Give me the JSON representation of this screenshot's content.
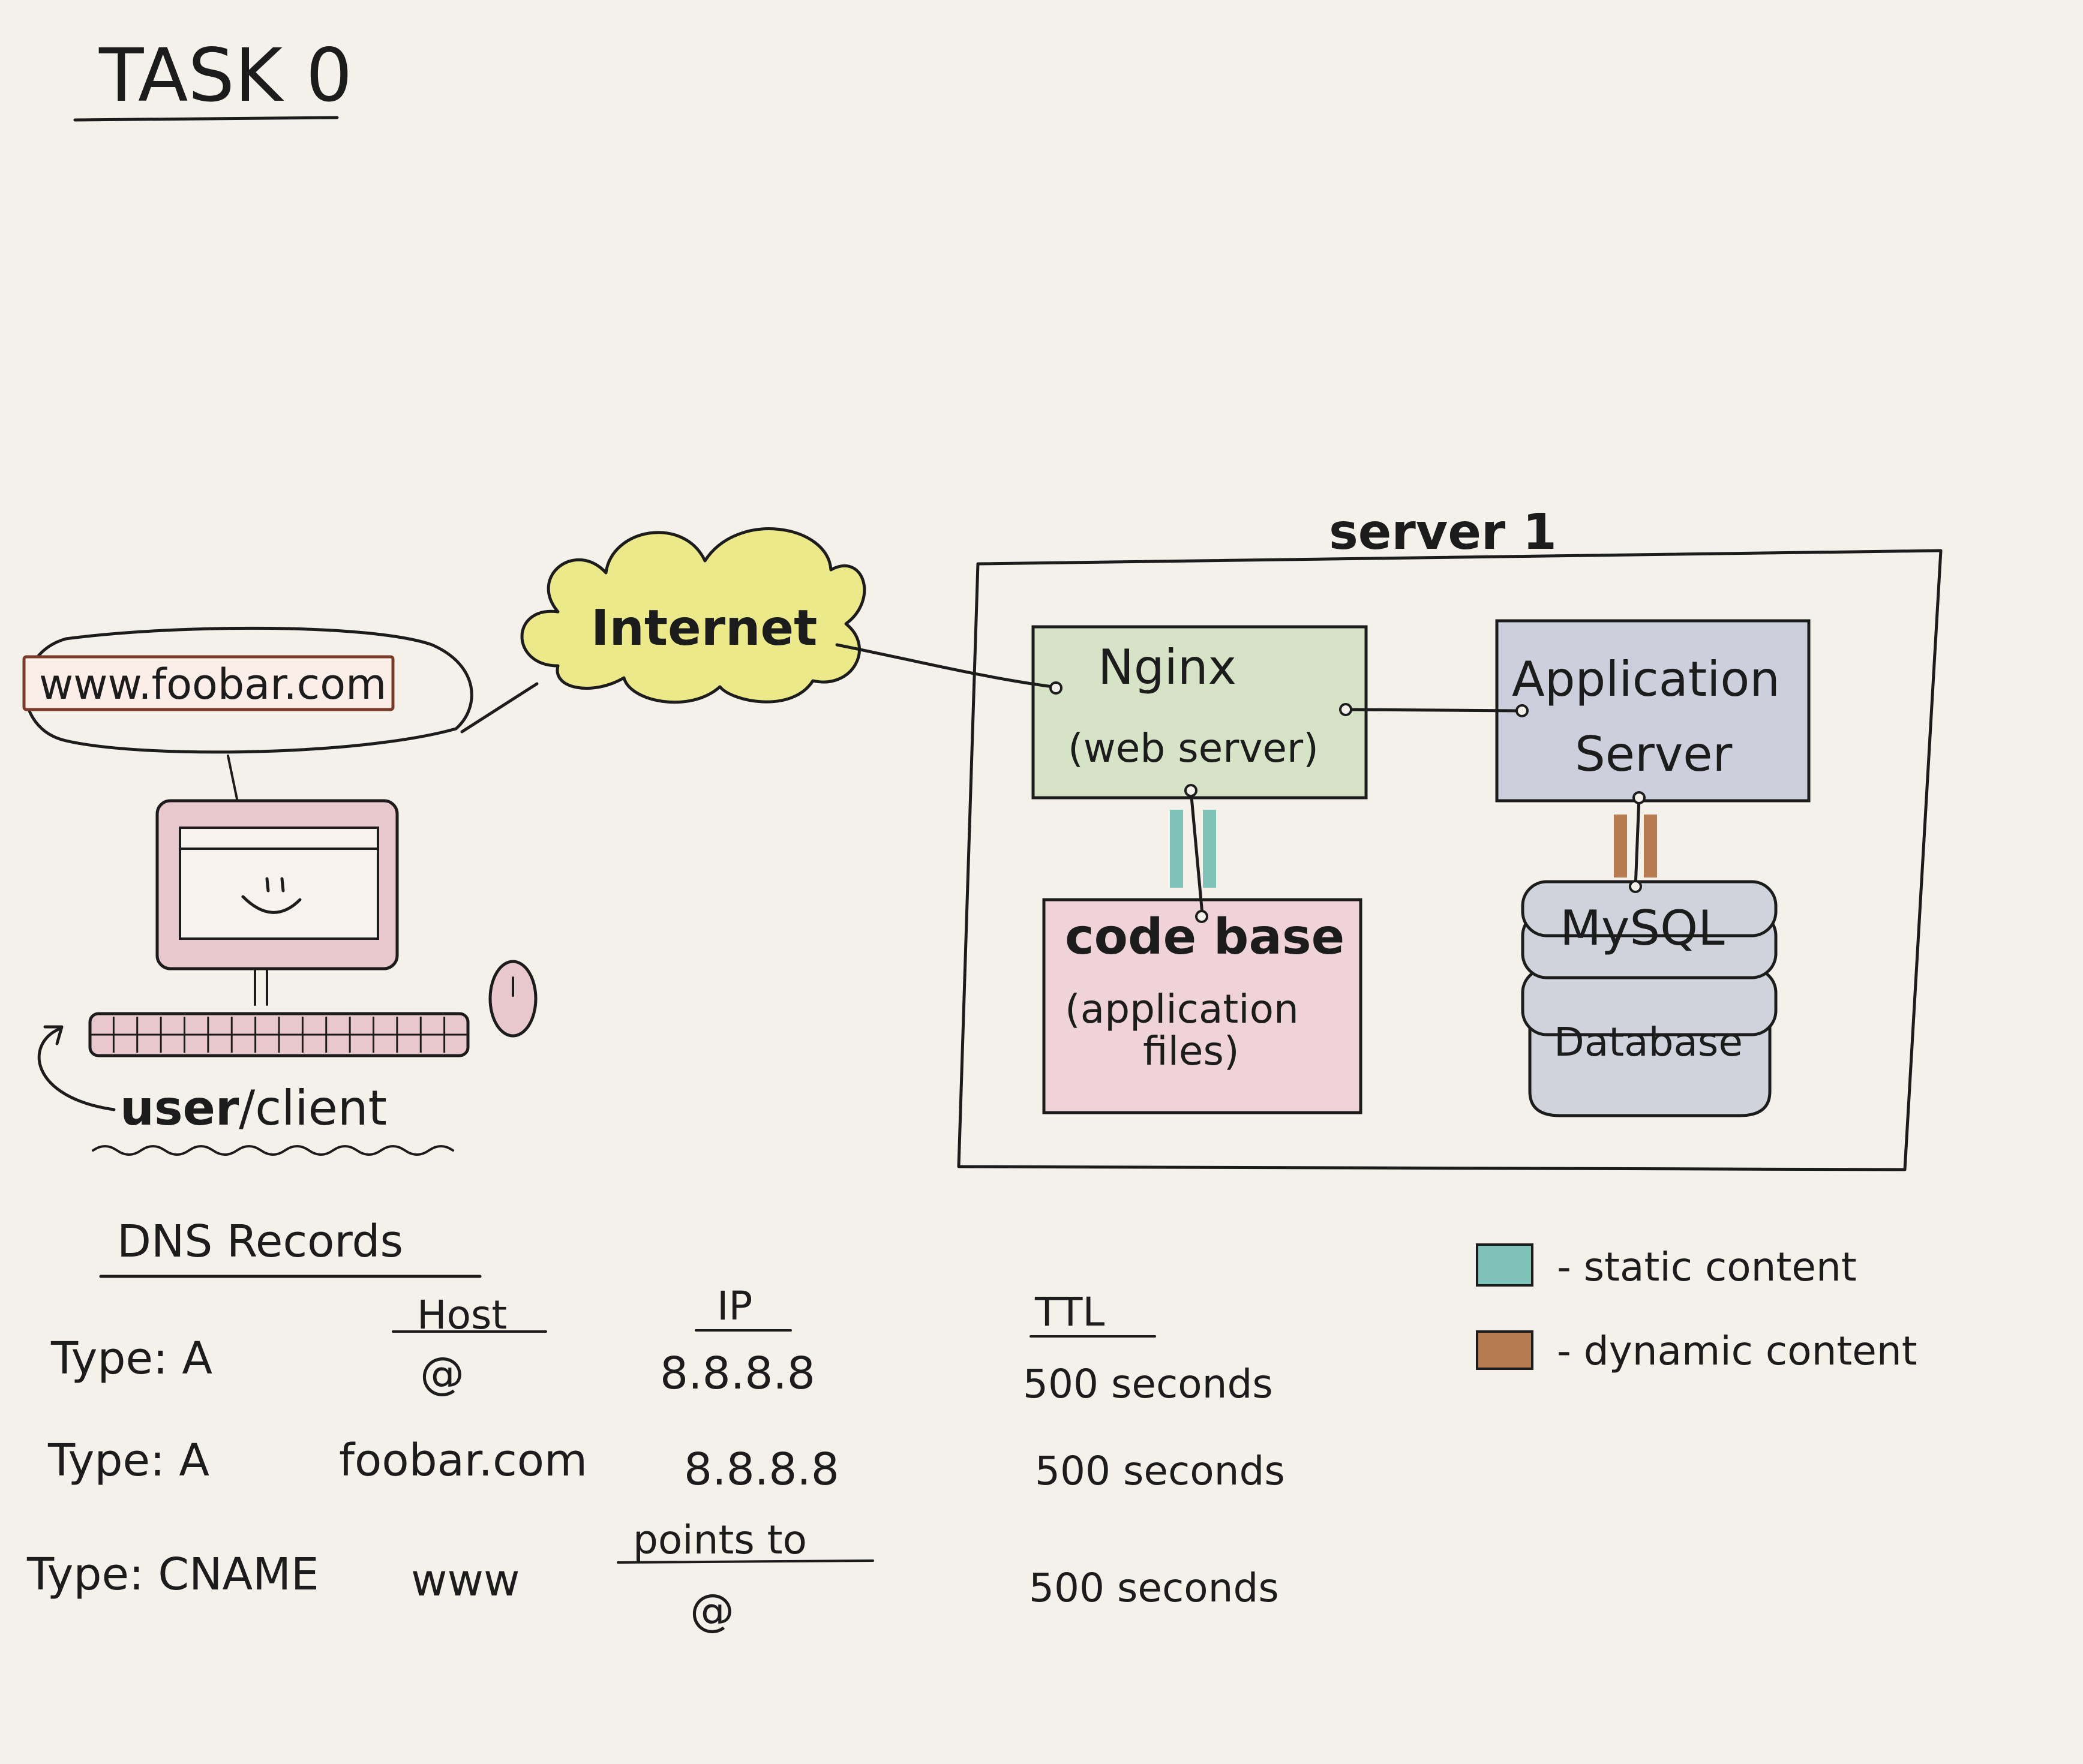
{
  "title": "TASK 0",
  "internet": {
    "label": "Internet"
  },
  "client": {
    "url": "www.foobar.com",
    "label_bold": "user",
    "label_sep": "/",
    "label_rest": "client"
  },
  "server": {
    "title": "server 1",
    "nginx": {
      "name": "Nginx",
      "sub": "(web server)"
    },
    "app_server": {
      "line1": "Application",
      "line2": "Server"
    },
    "codebase": {
      "name": "code base",
      "sub1": "(application",
      "sub2": "files)"
    },
    "database": {
      "line1": "MySQL",
      "line2": "Database"
    }
  },
  "legend": {
    "items": [
      {
        "color": "#7fc3b8",
        "label": "- static content"
      },
      {
        "color": "#b77b52",
        "label": "- dynamic content"
      }
    ]
  },
  "dns": {
    "title": "DNS Records",
    "headers": {
      "host": "Host",
      "ip": "IP",
      "ttl": "TTL",
      "points_to": "points to"
    },
    "records": [
      {
        "type": "Type: A",
        "host": "@",
        "value": "8.8.8.8",
        "ttl": "500 seconds"
      },
      {
        "type": "Type: A",
        "host": "foobar.com",
        "value": "8.8.8.8",
        "ttl": "500 seconds"
      },
      {
        "type": "Type: CNAME",
        "host": "www",
        "value": "@",
        "ttl": "500 seconds"
      }
    ]
  },
  "colors": {
    "cloud": "#ece98a",
    "nginx": "#d6e3c6",
    "app_server": "#cdd0dc",
    "codebase": "#efd3d9",
    "database": "#d0d3db",
    "monitor": "#e8c8cc",
    "static": "#7fc3b8",
    "dynamic": "#b77b52"
  }
}
